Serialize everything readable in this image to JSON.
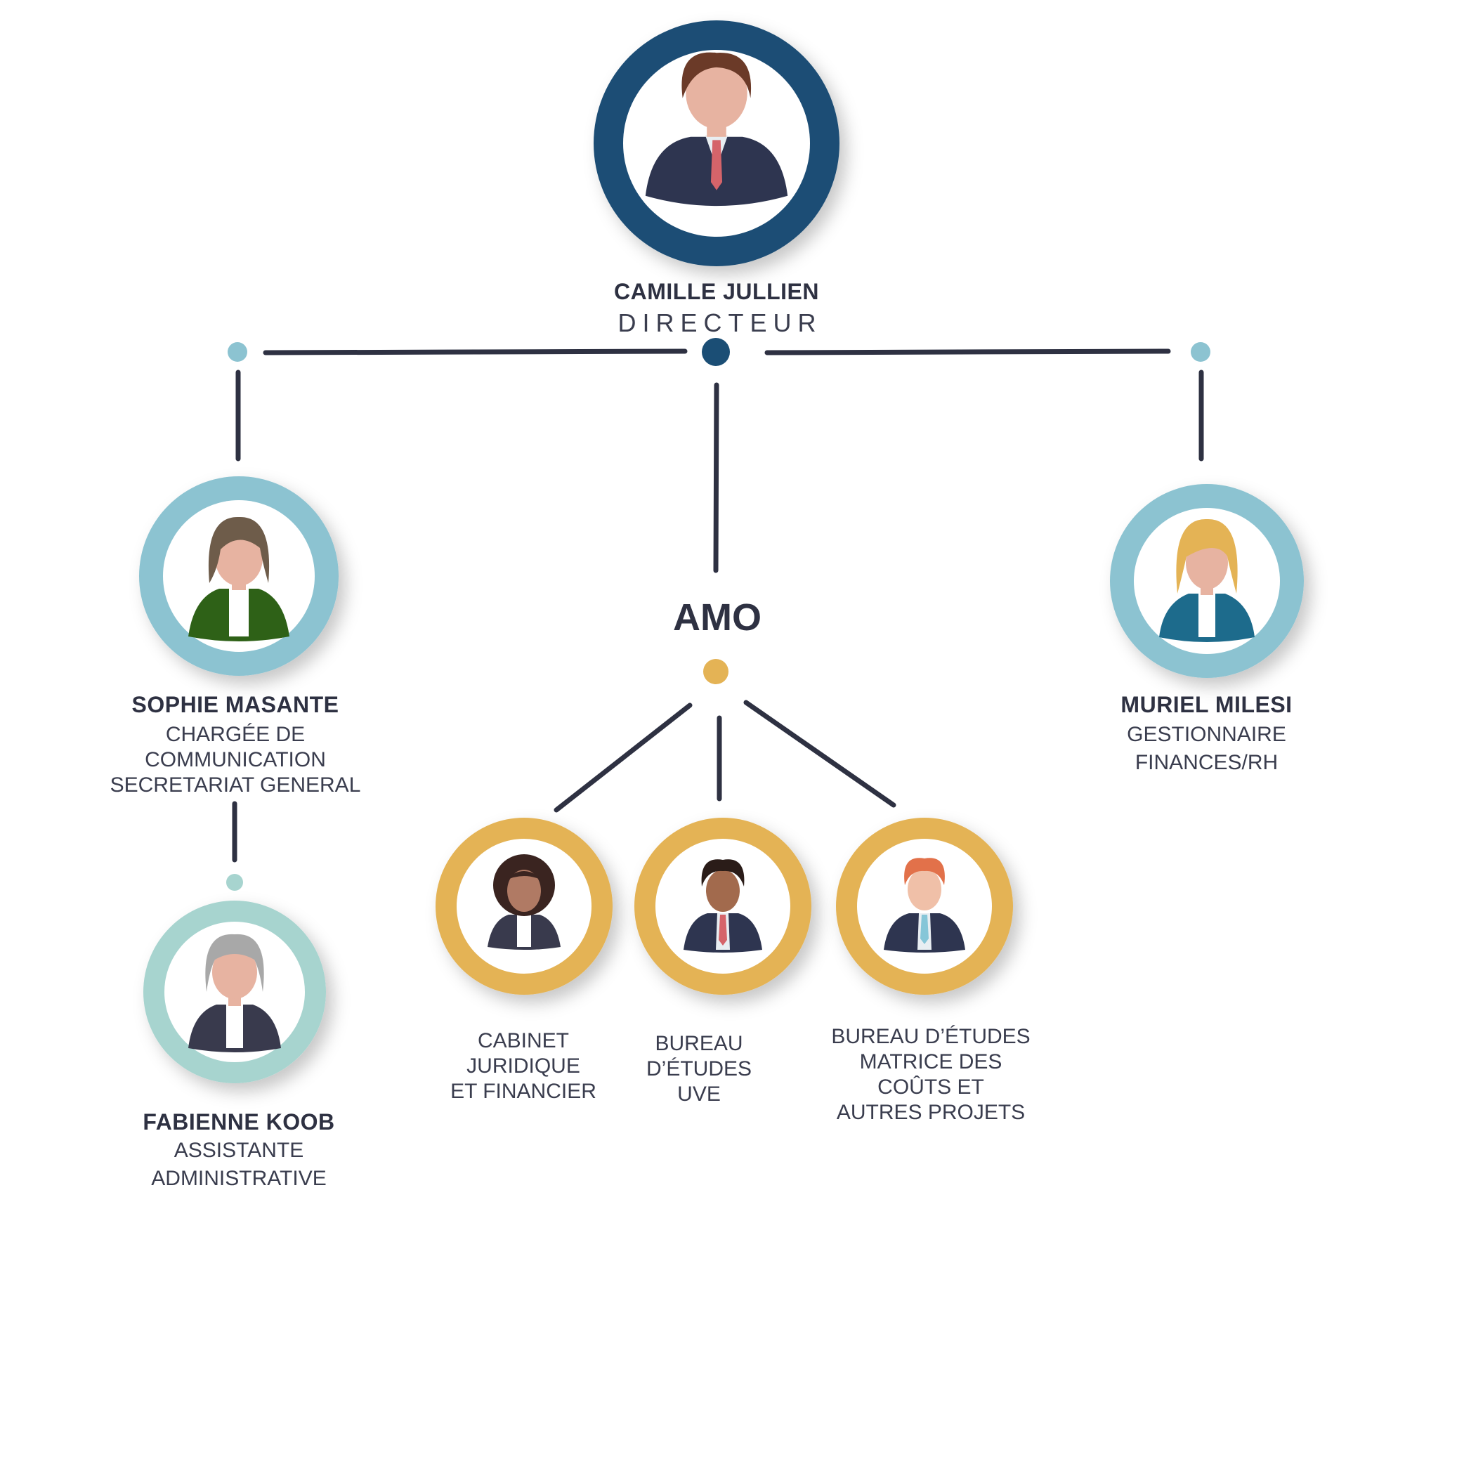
{
  "colors": {
    "navy": "#1b4e75",
    "light_blue": "#8cc3d1",
    "pale_teal": "#a7d4cf",
    "gold": "#e4b355",
    "connector": "#2e3142"
  },
  "director": {
    "name": "CAMILLE JULLIEN",
    "role": "DIRECTEUR",
    "icon": "man-suit-red-tie-avatar-icon"
  },
  "left": {
    "name": "SOPHIE MASANTE",
    "role_lines": [
      "CHARGÉE DE",
      "COMMUNICATION",
      "SECRETARIAT GENERAL"
    ],
    "icon": "woman-green-jacket-avatar-icon"
  },
  "left_sub": {
    "name": "FABIENNE KOOB",
    "role_lines": [
      "ASSISTANTE",
      "ADMINISTRATIVE"
    ],
    "icon": "gray-haired-woman-avatar-icon"
  },
  "right": {
    "name": "MURIEL MILESI",
    "role_lines": [
      "GESTIONNAIRE",
      "FINANCES/RH"
    ],
    "icon": "blonde-woman-avatar-icon"
  },
  "amo": {
    "title": "AMO",
    "members": [
      {
        "label_lines": [
          "CABINET",
          "JURIDIQUE",
          "ET FINANCIER"
        ],
        "icon": "curly-haired-woman-avatar-icon"
      },
      {
        "label_lines": [
          "BUREAU",
          "D’ÉTUDES",
          "UVE"
        ],
        "icon": "curly-haired-man-avatar-icon"
      },
      {
        "label_lines": [
          "BUREAU D’ÉTUDES",
          "MATRICE DES",
          "COÛTS ET",
          "AUTRES PROJETS"
        ],
        "icon": "red-haired-man-avatar-icon"
      }
    ]
  }
}
